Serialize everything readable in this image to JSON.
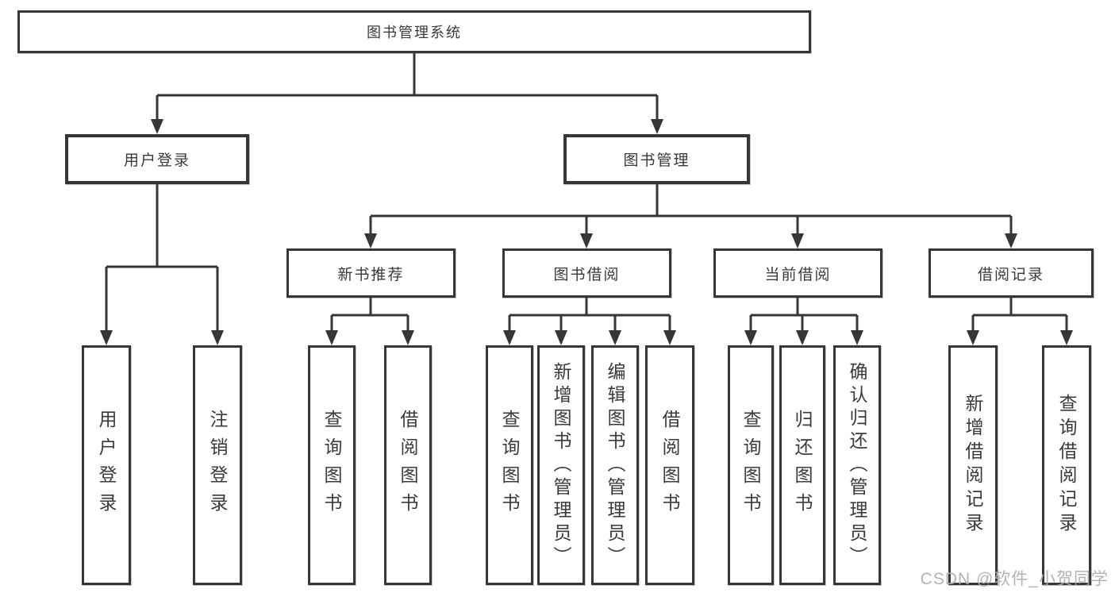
{
  "tree": {
    "label": "图书管理系统",
    "children": [
      {
        "label": "用户登录",
        "children": [
          {
            "label": "用户登录"
          },
          {
            "label": "注销登录"
          }
        ]
      },
      {
        "label": "图书管理",
        "children": [
          {
            "label": "新书推荐",
            "children": [
              {
                "label": "查询图书"
              },
              {
                "label": "借阅图书"
              }
            ]
          },
          {
            "label": "图书借阅",
            "children": [
              {
                "label": "查询图书"
              },
              {
                "label": "新增图书（管理员）"
              },
              {
                "label": "编辑图书（管理员）"
              },
              {
                "label": "借阅图书"
              }
            ]
          },
          {
            "label": "当前借阅",
            "children": [
              {
                "label": "查询图书"
              },
              {
                "label": "归还图书"
              },
              {
                "label": "确认归还（管理员）"
              }
            ]
          },
          {
            "label": "借阅记录",
            "children": [
              {
                "label": "新增借阅记录"
              },
              {
                "label": "查询借阅记录"
              }
            ]
          }
        ]
      }
    ]
  },
  "watermark": "CSDN @软件_小贺同学",
  "colors": {
    "line": "#363636",
    "text": "#3a3a3a",
    "background": "#ffffff",
    "watermark": "#acb0b6"
  }
}
